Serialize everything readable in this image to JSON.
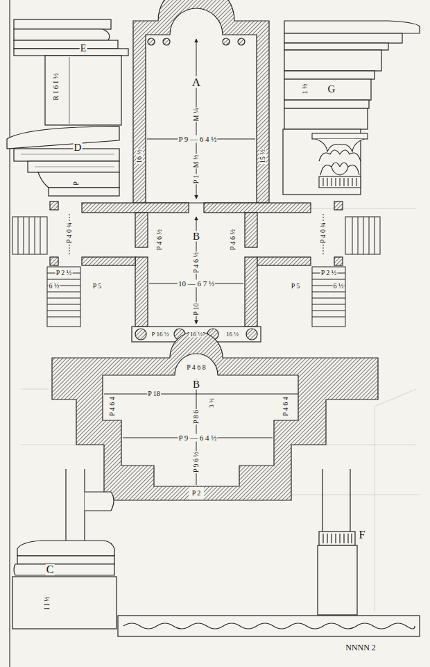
{
  "diagram": {
    "labels": [
      "E",
      "R I 6 I ½",
      "D",
      "P",
      "G",
      "1 ½",
      "A",
      "M ¼",
      "P 9 — 6 4 ½",
      "M ½",
      "P 1",
      "16 ½",
      "15 ½",
      "B",
      "P 4 6 ½",
      "10 — 6 7 ½",
      "P 10",
      "P 4 6 ½",
      "P 4 6 ½",
      "P 4 0 ¾",
      "P 4 0 ¾",
      "P 2 ½",
      "P 2 ½",
      "6 ½",
      "6 ½",
      "P 5",
      "P 5",
      "P 16 ½",
      "16 ½",
      "16 ½",
      "P 4 6 8",
      "B",
      "P 18",
      "3 ½",
      "P 4 6 4",
      "P 4 6 4",
      "P 8 6",
      "P 9 — 6 4 ½",
      "P 9 6 ½",
      "P 2",
      "C",
      "I I ½",
      "F",
      "NNNN 2"
    ]
  }
}
